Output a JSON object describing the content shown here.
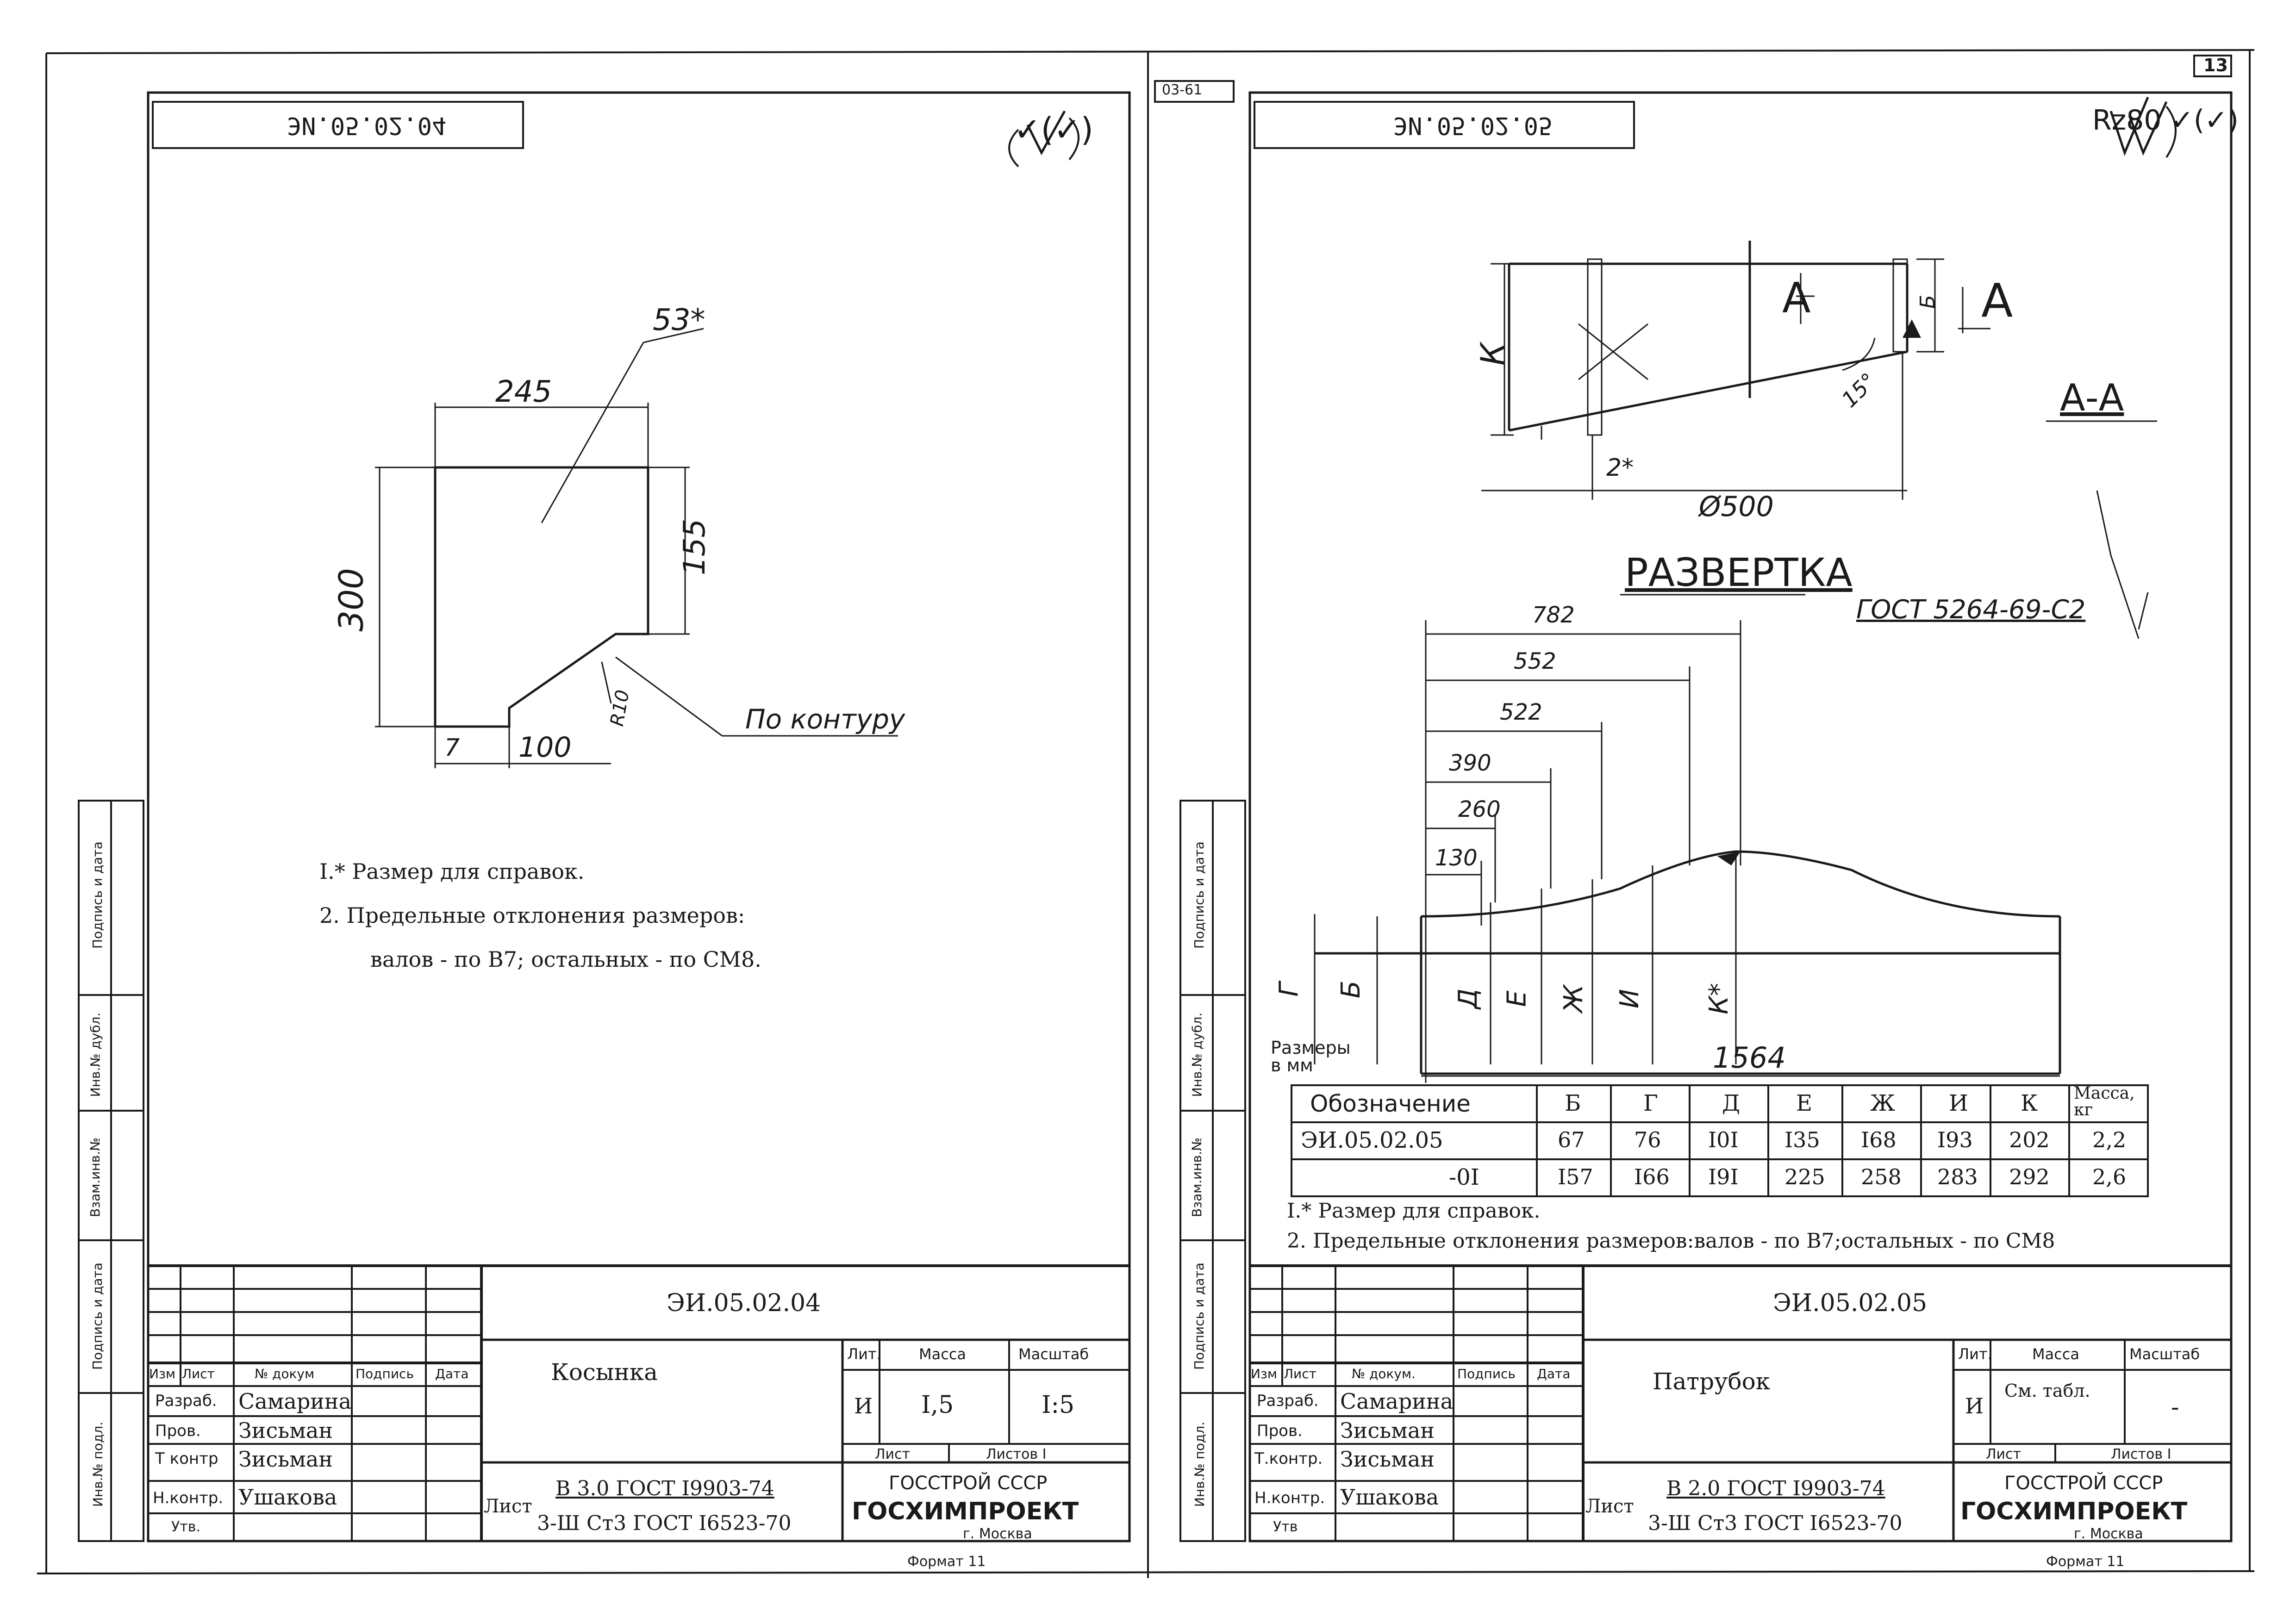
{
  "sheet_left": {
    "stamp_mirrored": "ЭИ.05.02.04",
    "roughness_mark": "✓(✓)",
    "dims": {
      "d53": "53*",
      "d245": "245",
      "d300": "300",
      "d155": "155",
      "d100": "100",
      "d7": "7",
      "radius": "R10",
      "contour": "По контуру"
    },
    "notes": [
      "I.* Размер для справок.",
      "2.   Предельные отклонения размеров:",
      "валов - по В7;  остальных -   по СМ8."
    ],
    "side_labels": [
      "Подпись и дата",
      "Инв.№ дубл.",
      "Взам.инв.№",
      "Подпись и дата",
      "Инв.№ подл."
    ],
    "title_block": {
      "doc_code": "ЭИ.05.02.04",
      "name": "Косынка",
      "col_headers": [
        "Изм",
        "Лист",
        "№ докум",
        "Подпись",
        "Дата"
      ],
      "rows": [
        {
          "role": "Разраб.",
          "name": "Самарина"
        },
        {
          "role": "Пров.",
          "name": "Зисьман"
        },
        {
          "role": "Т контр",
          "name": "Зисьман"
        },
        {
          "role": "Н.контр.",
          "name": "Ушакова"
        },
        {
          "role": "Утв.",
          "name": ""
        }
      ],
      "lit_header": "Лит.",
      "mass_header": "Масса",
      "scale_header": "Масштаб",
      "lit_value": "И",
      "mass_value": "I,5",
      "scale_value": "I:5",
      "sheet_label": "Лист",
      "sheets_label": "Листов  I",
      "material_prefix": "Лист",
      "material_line1": "В 3.0 ГОСТ I9903-74",
      "material_line2": "3-Ш Ст3 ГОСТ I6523-70",
      "org1": "ГОССТРОЙ СССР",
      "org2": "ГОСХИМПРОЕКТ",
      "city": "г. Москва",
      "format": "Формат 11"
    }
  },
  "sheet_right": {
    "stamp_mirrored": "ЭИ.05.02.05",
    "corner_number": "13",
    "top_code": "03-61",
    "roughness_mark": "Rz80 ✓(✓)",
    "section_mark": "А",
    "section_label": "А-А",
    "dims": {
      "K": "К",
      "B": "Б",
      "angle": "15°",
      "gap": "2*",
      "diameter": "Ø500"
    },
    "razvertka": "РАЗВЕРТКА",
    "gost_weld": "ГОСТ 5264-69-С2",
    "unroll_dims": [
      "782",
      "552",
      "522",
      "390",
      "260",
      "130"
    ],
    "length_1564": "1564",
    "ord_labels": [
      "Г",
      "Б",
      "Д",
      "Е",
      "Ж",
      "И",
      "К*"
    ],
    "units_label": "Размеры\nв мм",
    "table": {
      "headers": [
        "Обозначение",
        "Б",
        "Г",
        "Д",
        "Е",
        "Ж",
        "И",
        "К",
        "Масса, кг"
      ],
      "rows": [
        [
          "ЭИ.05.02.05",
          "67",
          "76",
          "I0I",
          "I35",
          "I68",
          "I93",
          "202",
          "2,2"
        ],
        [
          "-0I",
          "I57",
          "I66",
          "I9I",
          "225",
          "258",
          "283",
          "292",
          "2,6"
        ]
      ]
    },
    "notes": [
      "I.*  Размер для справок.",
      "2.    Предельные отклонения размеров:валов - по В7;остальных - по СМ8"
    ],
    "side_labels": [
      "Подпись и дата",
      "Инв.№ дубл.",
      "Взам.инв.№",
      "Подпись и дата",
      "Инв.№ подл."
    ],
    "title_block": {
      "doc_code": "ЭИ.05.02.05",
      "name": "Патрубок",
      "col_headers": [
        "Изм",
        "Лист",
        "№ докум.",
        "Подпись",
        "Дата"
      ],
      "rows": [
        {
          "role": "Разраб.",
          "name": "Самарина"
        },
        {
          "role": "Пров.",
          "name": "Зисьман"
        },
        {
          "role": "Т.контр.",
          "name": "Зисьман"
        },
        {
          "role": "Н.контр.",
          "name": "Ушакова"
        },
        {
          "role": "Утв",
          "name": ""
        }
      ],
      "lit_header": "Лит.",
      "mass_header": "Масса",
      "scale_header": "Масштаб",
      "lit_value": "И",
      "mass_value": "См. табл.",
      "scale_value": "-",
      "sheet_label": "Лист",
      "sheets_label": "Листов  I",
      "material_prefix": "Лист",
      "material_line1": "В 2.0 ГОСТ I9903-74",
      "material_line2": "3-Ш Ст3 ГОСТ I6523-70",
      "org1": "ГОССТРОЙ СССР",
      "org2": "ГОСХИМПРОЕКТ",
      "city": "г. Москва",
      "format": "Формат 11"
    }
  }
}
